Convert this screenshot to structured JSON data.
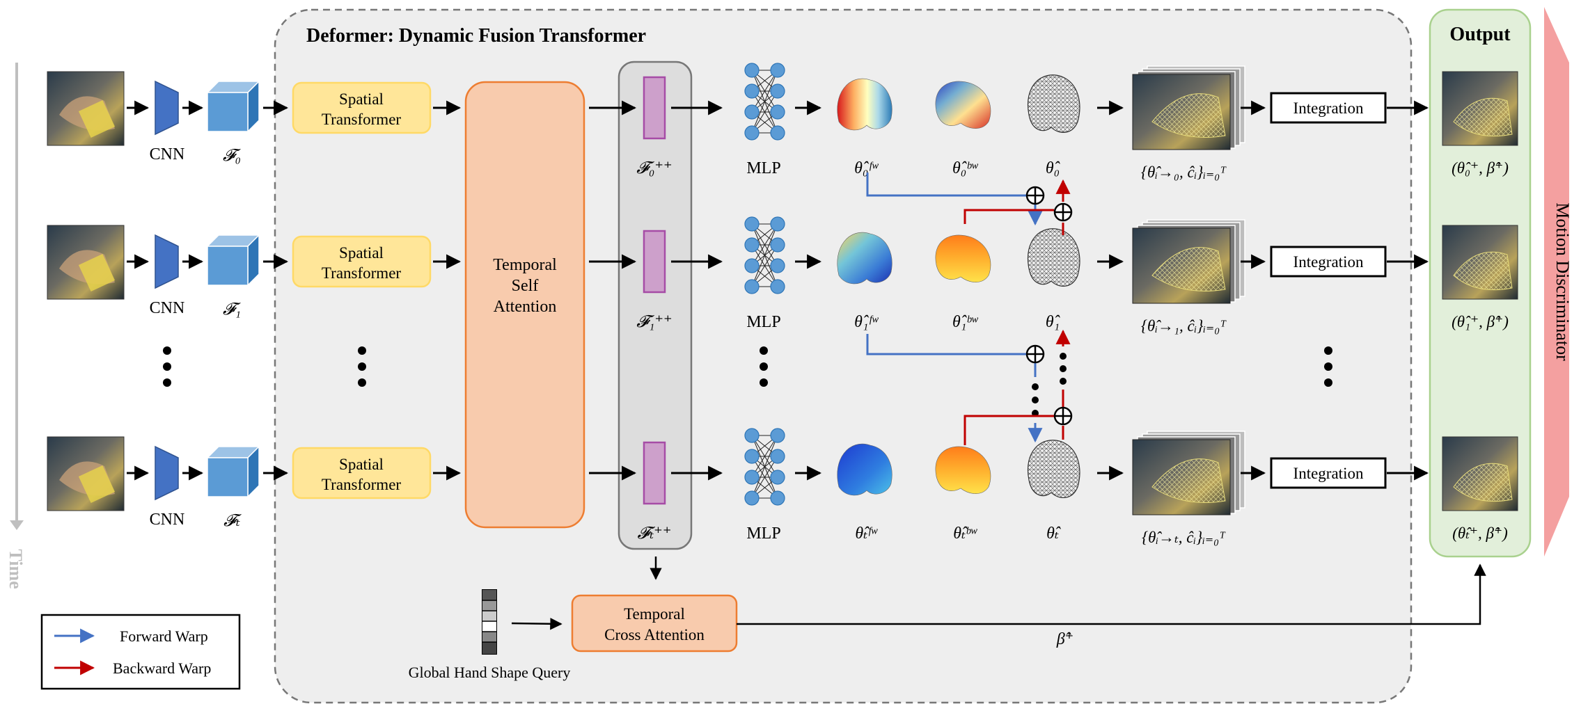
{
  "title": "Deformer: Dynamic Fusion Transformer",
  "time_label": "Time",
  "output_label": "Output",
  "motion_discriminator_label": "Motion Discriminator",
  "cnn_label": "CNN",
  "spatial_transformer_label": "Spatial Transformer",
  "temporal_self_attention_label": "Temporal Self Attention",
  "temporal_cross_attention_label": "Temporal Cross Attention",
  "global_hand_shape_query_label": "Global Hand Shape Query",
  "mlp_label": "MLP",
  "integration_label": "Integration",
  "beta_plus_label": "β̂⁺",
  "rows": [
    {
      "feature_label": "𝓕₀",
      "feature_plus_label": "𝓕₀⁺⁺",
      "fw_label": "θ̂₀ᶠʷ",
      "bw_label": "θ̂₀ᵇʷ",
      "mesh_label": "θ̂₀",
      "set_label": "{θ̂ᵢ→₀, ĉᵢ}ᵢ₌₀ᵀ",
      "output_label": "(θ̂₀⁺, β̂⁺)"
    },
    {
      "feature_label": "𝓕₁",
      "feature_plus_label": "𝓕₁⁺⁺",
      "fw_label": "θ̂₁ᶠʷ",
      "bw_label": "θ̂₁ᵇʷ",
      "mesh_label": "θ̂₁",
      "set_label": "{θ̂ᵢ→₁, ĉᵢ}ᵢ₌₀ᵀ",
      "output_label": "(θ̂₁⁺, β̂⁺)"
    },
    {
      "feature_label": "𝓕ₜ",
      "feature_plus_label": "𝓕ₜ⁺⁺",
      "fw_label": "θ̂ₜᶠʷ",
      "bw_label": "θ̂ₜᵇʷ",
      "mesh_label": "θ̂ₜ",
      "set_label": "{θ̂ᵢ→ₜ, ĉᵢ}ᵢ₌₀ᵀ",
      "output_label": "(θ̂ₜ⁺, β̂⁺)"
    }
  ],
  "legend": {
    "forward": "Forward Warp",
    "backward": "Backward Warp"
  },
  "colors": {
    "forward_warp": "#4472C4",
    "backward_warp": "#C00000",
    "cnn": "#4472C4",
    "feature_cube": "#5B9BD5",
    "spatial_transformer_fill": "#FFE699",
    "spatial_transformer_stroke": "#FFD966",
    "attention_fill": "#F8CBAD",
    "attention_stroke": "#ED7D31",
    "fusion_token_fill": "#CDA0CB",
    "fusion_token_stroke": "#A64CA6",
    "deformer_background": "#EEEEEE",
    "output_fill": "#E2EFDA",
    "output_stroke": "#A9D18E",
    "discriminator": "#F4A0A0"
  }
}
